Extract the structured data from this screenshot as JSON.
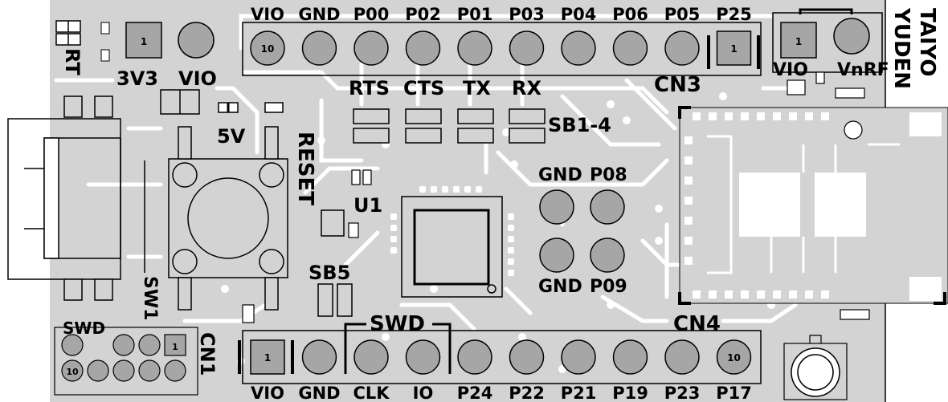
{
  "colors": {
    "board": "#d3d3d3",
    "trace": "#ffffff",
    "pad": "#a6a6a6",
    "outline": "#000000",
    "ink": "#000000"
  },
  "labels": {
    "rt": "RT",
    "v3v3": "3V3",
    "vio_top_left": "VIO",
    "five_v": "5V",
    "reset": "RESET",
    "u1": "U1",
    "sb5": "SB5",
    "sw1": "SW1",
    "swd_left": "SWD",
    "cn1": "CN1",
    "rts": "RTS",
    "cts": "CTS",
    "tx": "TX",
    "rx": "RX",
    "sb1_4": "SB1-4",
    "gnd_a": "GND",
    "p08": "P08",
    "gnd_b": "GND",
    "p09": "P09",
    "cn3": "CN3",
    "vio_right": "VIO",
    "vnrf": "VnRF",
    "taiyo": "TAIYO",
    "yuden": "YUDEN",
    "cn4": "CN4",
    "swd_center": "SWD"
  },
  "cn3_pins": [
    "VIO",
    "GND",
    "P00",
    "P02",
    "P01",
    "P03",
    "P04",
    "P06",
    "P05",
    "P25"
  ],
  "cn4_pins": [
    "VIO",
    "GND",
    "CLK",
    "IO",
    "P24",
    "P22",
    "P21",
    "P19",
    "P23",
    "P17"
  ],
  "pad_numbers": {
    "cn3_first": "10",
    "cn3_last": "1",
    "cn4_first": "1",
    "cn4_last": "10",
    "cn1_first": "1",
    "cn1_last": "10",
    "jumper_top_left": "1",
    "jumper_top_right": "1"
  }
}
